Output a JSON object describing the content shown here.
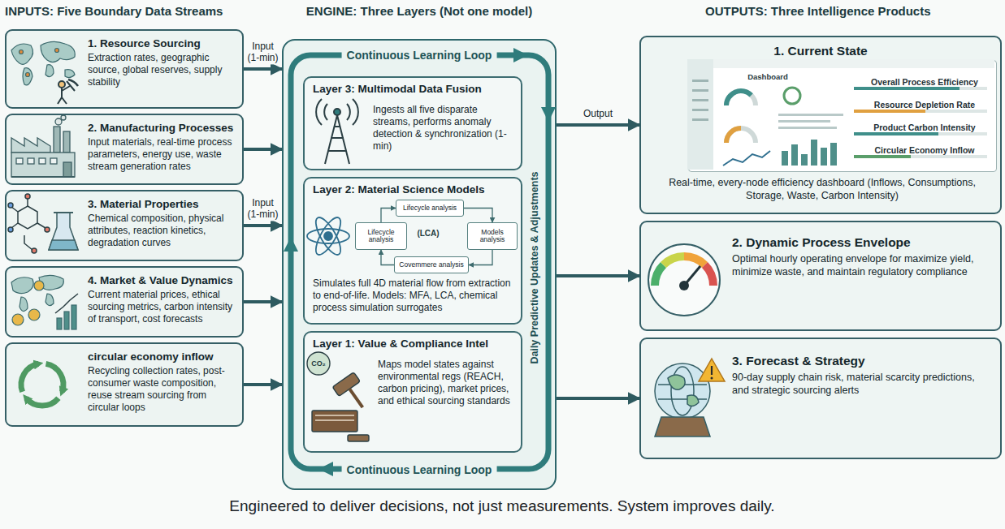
{
  "diagram": {
    "caption": "Engineered to deliver decisions, not just measurements. System improves daily.",
    "nodes": [
      {
        "text": [
          "1. Resource Sourcing",
          "Extraction rates, geographic source, global reserves, supply stability"
        ]
      },
      {
        "text": [
          "2. Manufacturing Processes",
          "Input materials, real-time process parameters, energy use, waste stream generation rates"
        ]
      },
      {
        "text": [
          "3. Material Properties",
          "Chemical composition, physical attributes, reaction kinetics, degradation curves"
        ]
      },
      {
        "text": [
          "4. Market & Value Dynamics",
          "Current material prices, ethical sourcing metrics, carbon intensity of transport, cost forecasts"
        ]
      },
      {
        "text": [
          "circular economy inflow",
          "Recycling collection rates, post-consumer waste composition, reuse stream sourcing from circular loops"
        ]
      },
      {
        "text": [
          "Continuous Learning Loop",
          "Continuous Learning Loop"
        ]
      },
      {
        "text": [
          "Layer 3: Multimodal Data Fusion",
          "Ingests all five disparate streams, performs anomaly detection & synchronization (1-min)"
        ],
        "in": 5
      },
      {
        "text": [
          "Layer 2: Material Science Models",
          "Simulates full 4D material flow from extraction to end-of-life. Models: MFA, LCA, chemical process simulation surrogates"
        ],
        "in": 5
      },
      {
        "text": [
          "Lifecycle analysis"
        ],
        "in": 7
      },
      {
        "text": [
          "Lifecycle analysis"
        ],
        "in": 7
      },
      {
        "text": [
          "Models analysis"
        ],
        "in": 7
      },
      {
        "text": [
          "Covemmere analysis"
        ],
        "in": 7
      },
      {
        "text": [
          "Layer 1: Value & Compliance Intel",
          "Maps model states against environmental regs (REACH, carbon pricing), market prices, and ethical sourcing standards"
        ],
        "in": 5
      },
      {
        "text": [
          "1. Current State",
          "Real-time, every-node efficiency dashboard (Inflows, Consumptions, Storage, Waste, Carbon Intensity)"
        ]
      },
      {
        "text": [
          "Dashboard",
          "Overall Process Efficiency",
          "Resource Depletion Rate",
          "Product Carbon Intensity",
          "Circular Economy Inflow"
        ],
        "in": 13
      },
      {
        "text": [
          "2. Dynamic Process Envelope",
          "Optimal hourly operating envelope for maximize yield, minimize waste, and maintain regulatory compliance"
        ]
      },
      {
        "text": [
          "3. Forecast & Strategy",
          "90-day supply chain risk, material scarcity predictions, and strategic sourcing alerts"
        ]
      }
    ],
    "edges": [
      {
        "from": 0,
        "to": 5,
        "label": "Input (1-min)",
        "arrow": "to"
      },
      {
        "from": 1,
        "to": 5,
        "arrow": "to"
      },
      {
        "from": 2,
        "to": 5,
        "label": "Input (1-min)",
        "arrow": "to"
      },
      {
        "from": 3,
        "to": 5,
        "arrow": "to"
      },
      {
        "from": 4,
        "to": 5,
        "arrow": "to"
      },
      {
        "from": 5,
        "to": 13,
        "label": "Output",
        "arrow": "to"
      },
      {
        "from": 5,
        "to": 15,
        "arrow": "to"
      },
      {
        "from": 5,
        "to": 16,
        "arrow": "to"
      },
      {
        "from": 8,
        "to": 10,
        "arrow": "to"
      },
      {
        "from": 10,
        "to": 11,
        "arrow": "to"
      },
      {
        "from": 11,
        "to": 9,
        "arrow": "to"
      },
      {
        "from": 9,
        "to": 8,
        "arrow": "to"
      }
    ],
    "labels": [
      "INPUTS: Five Boundary Data Streams",
      "ENGINE: Three Layers (Not one model)",
      "OUTPUTS: Three Intelligence Products",
      "Daily Predictive Updates & Adjustments",
      "(LCA)",
      "CO₂"
    ]
  }
}
